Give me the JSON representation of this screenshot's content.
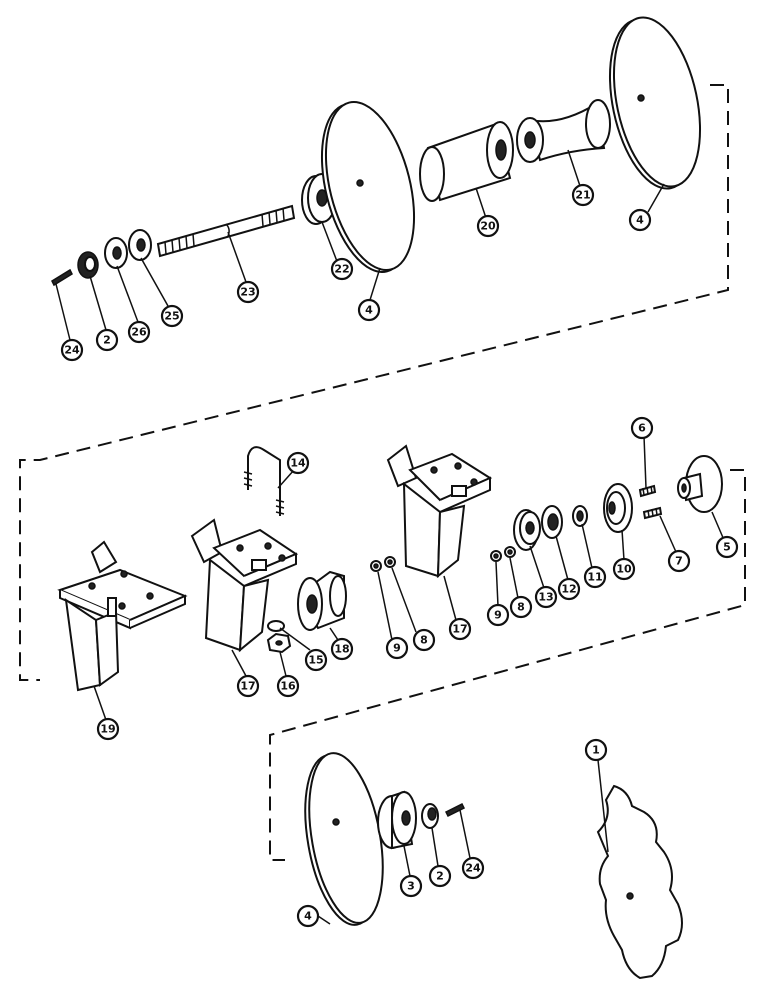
{
  "diagram": {
    "kind": "exploded parts view",
    "callouts": {
      "c24a": "24",
      "c2a": "2",
      "c26": "26",
      "c25": "25",
      "c23": "23",
      "c22": "22",
      "c4a": "4",
      "c20": "20",
      "c21": "21",
      "c4b": "4",
      "c6": "6",
      "c14": "14",
      "c5": "5",
      "c7": "7",
      "c10": "10",
      "c11": "11",
      "c12": "12",
      "c13": "13",
      "c8a": "8",
      "c9a": "9",
      "c17a": "17",
      "c18": "18",
      "c9b": "9",
      "c8b": "8",
      "c15": "15",
      "c16": "16",
      "c17b": "17",
      "c19": "19",
      "c1": "1",
      "c3": "3",
      "c2b": "2",
      "c24b": "24",
      "c4c": "4"
    }
  }
}
